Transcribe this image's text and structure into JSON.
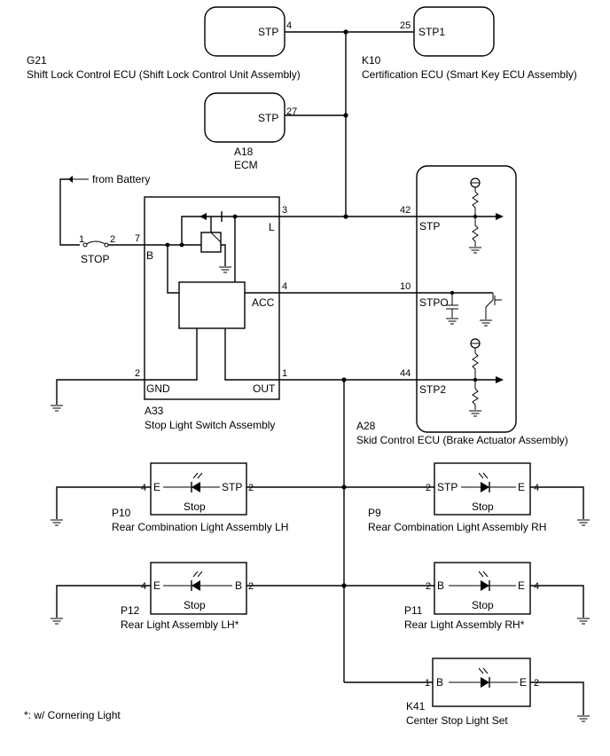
{
  "components": {
    "g21": {
      "code": "G21",
      "name": "Shift Lock Control ECU (Shift Lock Control Unit Assembly)",
      "term": "STP",
      "pin": "4"
    },
    "k10": {
      "code": "K10",
      "name": "Certification ECU (Smart Key ECU Assembly)",
      "term": "STP1",
      "pin": "25"
    },
    "a18": {
      "code": "A18",
      "name": "ECM",
      "term": "STP",
      "pin": "27"
    },
    "a33": {
      "code": "A33",
      "name": "Stop Light Switch Assembly",
      "term_b": "B",
      "term_l": "L",
      "term_acc": "ACC",
      "term_gnd": "GND",
      "term_out": "OUT",
      "pin_b": "7",
      "pin_l": "3",
      "pin_acc": "4",
      "pin_gnd": "2",
      "pin_out": "1"
    },
    "fuse": {
      "name": "STOP",
      "pin1": "1",
      "pin2": "2",
      "battery": "from Battery"
    },
    "a28": {
      "code": "A28",
      "name": "Skid Control ECU (Brake Actuator Assembly)",
      "term_stp": "STP",
      "term_stpo": "STPO",
      "term_stp2": "STP2",
      "pin_stp": "42",
      "pin_stpo": "10",
      "pin_stp2": "44"
    },
    "p10": {
      "code": "P10",
      "name": "Rear Combination Light Assembly LH",
      "term_e": "E",
      "term_stp": "STP",
      "lamp": "Stop",
      "pin_e": "4",
      "pin_stp": "2"
    },
    "p9": {
      "code": "P9",
      "name": "Rear Combination Light Assembly RH",
      "term_stp": "STP",
      "term_e": "E",
      "lamp": "Stop",
      "pin_stp": "2",
      "pin_e": "4"
    },
    "p12": {
      "code": "P12",
      "name": "Rear Light Assembly LH*",
      "term_e": "E",
      "term_b": "B",
      "lamp": "Stop",
      "pin_e": "4",
      "pin_b": "2"
    },
    "p11": {
      "code": "P11",
      "name": "Rear Light Assembly RH*",
      "term_b": "B",
      "term_e": "E",
      "lamp": "Stop",
      "pin_b": "2",
      "pin_e": "4"
    },
    "k41": {
      "code": "K41",
      "name": "Center Stop Light Set",
      "term_b": "B",
      "term_e": "E",
      "pin_b": "1",
      "pin_e": "2"
    }
  },
  "footnote": "*: w/ Cornering Light"
}
